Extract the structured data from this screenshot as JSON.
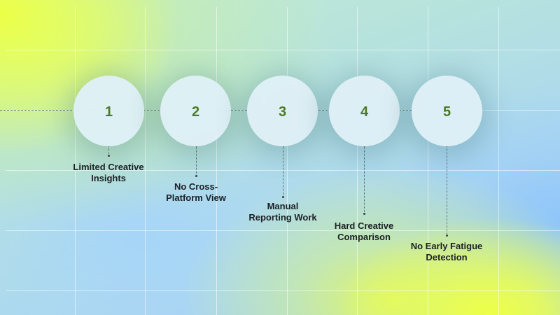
{
  "diagram": {
    "type": "timeline",
    "steps": [
      {
        "number": "1",
        "label_line1": "Limited Creative",
        "label_line2": "Insights"
      },
      {
        "number": "2",
        "label_line1": "No Cross-",
        "label_line2": "Platform View"
      },
      {
        "number": "3",
        "label_line1": "Manual",
        "label_line2": "Reporting Work"
      },
      {
        "number": "4",
        "label_line1": "Hard Creative",
        "label_line2": "Comparison"
      },
      {
        "number": "5",
        "label_line1": "No Early Fatigue",
        "label_line2": "Detection"
      }
    ]
  },
  "colors": {
    "number_text": "#4b7a24",
    "label_text": "#1b2024",
    "circle_fill": "#def0f6",
    "background_yellow": "#ecff46",
    "background_blue": "#a0ccf8"
  }
}
